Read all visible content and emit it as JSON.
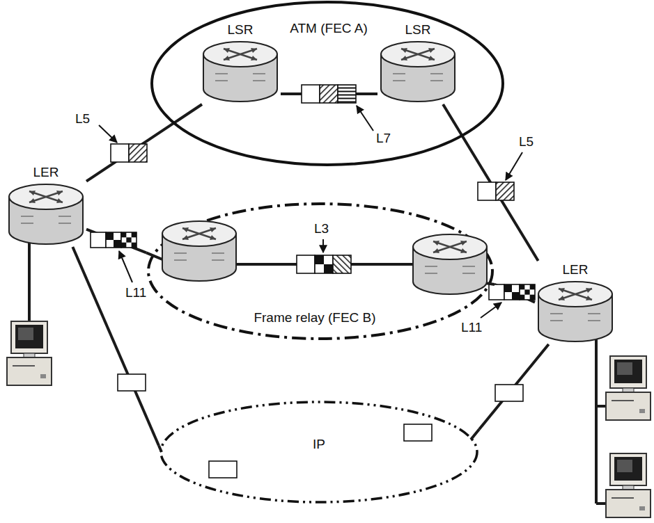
{
  "diagram": {
    "nodes": [
      {
        "text": [
          "ATM (FEC A)"
        ]
      },
      {
        "text": [
          "LSR"
        ],
        "in": 0
      },
      {
        "text": [
          "LSR"
        ],
        "in": 0
      },
      {
        "text": [
          "LER"
        ]
      },
      {
        "text": [
          "Frame relay (FEC B)"
        ]
      },
      {
        "text": [
          "LER"
        ]
      },
      {
        "text": [
          "IP"
        ]
      }
    ],
    "edges": [
      {
        "from": 3,
        "to": 1,
        "arrow": "none"
      },
      {
        "from": 1,
        "to": 2,
        "arrow": "none"
      },
      {
        "from": 2,
        "to": 5,
        "arrow": "none"
      },
      {
        "from": 3,
        "to": 4,
        "arrow": "none"
      },
      {
        "from": 4,
        "to": 5,
        "arrow": "none"
      },
      {
        "from": 3,
        "to": 6,
        "arrow": "none"
      },
      {
        "from": 6,
        "to": 5,
        "arrow": "none"
      }
    ],
    "labels": [
      "L5",
      "L7",
      "L3",
      "L11",
      "L11",
      "L5"
    ]
  }
}
